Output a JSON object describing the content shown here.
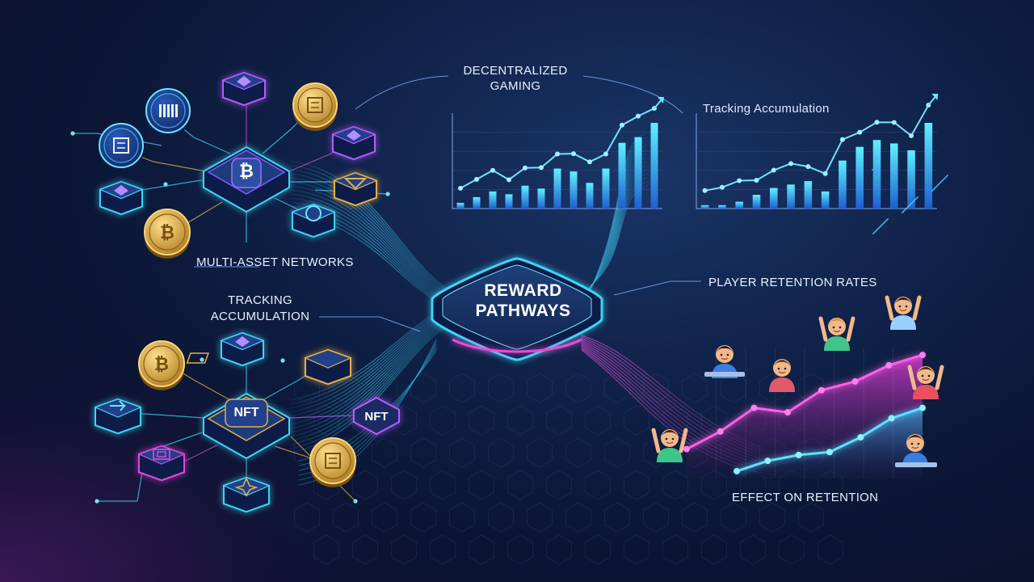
{
  "labels": {
    "decentralized_gaming": "DECENTRALIZED\nGAMING",
    "tracking_accumulation_top": "Tracking Accumulation",
    "multi_asset_networks": "MULTI-ASSET NETWORKS",
    "tracking_accumulation_left": "TRACKING\nACCUMULATION",
    "player_retention_rates": "PLAYER RETENTION RATES",
    "effect_on_retention": "EFFECT ON RETENTION"
  },
  "hub": {
    "title": "REWARD\nPATHWAYS"
  },
  "nodes": {
    "top_center": "₿",
    "bottom_center": "NFT",
    "bottom_right_badge": "NFT"
  },
  "colors": {
    "cyan": "#38d6f0",
    "blue": "#2f7ef2",
    "magenta": "#e04ad8",
    "gold": "#e0b04a",
    "purple": "#8a4ee6"
  },
  "icons": {
    "coins_top": [
      "chart-icon",
      "ethereum-icon",
      "block-icon",
      "ethereum-icon",
      "ethereum-icon",
      "bitcoin-icon",
      "vault-icon",
      "shield-icon",
      "ethereum-icon"
    ],
    "coins_bottom": [
      "bitcoin-icon",
      "ethereum-icon",
      "layers-icon",
      "arrow-icon",
      "nft-icon",
      "square-icon",
      "gem-icon",
      "star-icon"
    ]
  },
  "chart_data": [
    {
      "type": "bar",
      "values": [
        2,
        4,
        6,
        5,
        8,
        7,
        14,
        13,
        9,
        14,
        23,
        25,
        30
      ]
    },
    {
      "type": "bar",
      "values": [
        1,
        1,
        2,
        4,
        6,
        7,
        8,
        5,
        14,
        18,
        20,
        19,
        17,
        25
      ]
    },
    {
      "type": "area",
      "series": [
        {
          "values": [
            20,
            32,
            48,
            45,
            60,
            66,
            77,
            84
          ]
        },
        {
          "values": [
            5,
            12,
            16,
            18,
            28,
            41,
            48
          ]
        }
      ]
    }
  ]
}
